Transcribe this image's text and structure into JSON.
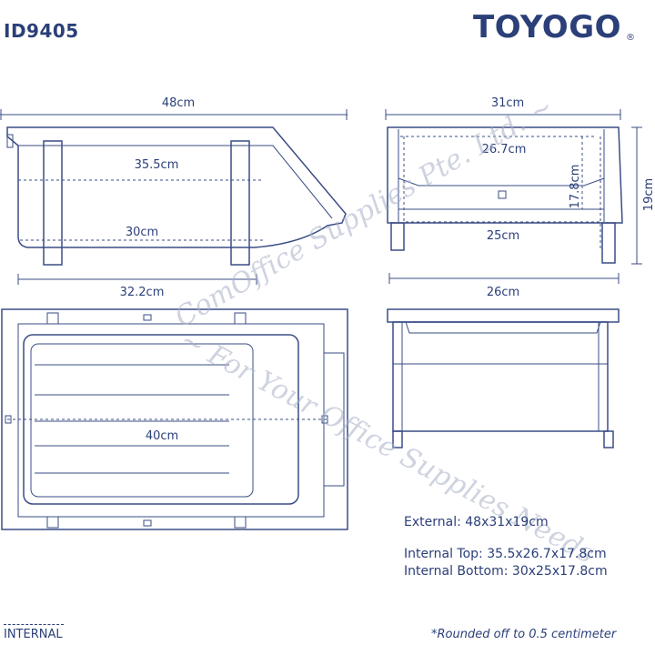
{
  "header": {
    "model": "ID9405",
    "brand": "TOYOGO",
    "registered": "®"
  },
  "dimensions": {
    "side_length": "48cm",
    "side_inner_top": "35.5cm",
    "side_inner_bottom": "30cm",
    "side_base": "32.2cm",
    "front_width": "31cm",
    "front_inner_top": "26.7cm",
    "front_inner_depth": "17.8cm",
    "front_inner_bottom": "25cm",
    "front_height": "19cm",
    "back_width": "26cm",
    "top_inner": "40cm"
  },
  "specs": {
    "external": "External: 48x31x19cm",
    "internal_top": "Internal Top: 35.5x26.7x17.8cm",
    "internal_bottom": "Internal Bottom: 30x25x17.8cm"
  },
  "legend": {
    "internal": "INTERNAL"
  },
  "footnote": "*Rounded off to 0.5 centimeter",
  "watermark": {
    "line1": "ComOffice Supplies Pte. Ltd. ~",
    "line2": "~ For Your Office Supplies Needs"
  }
}
